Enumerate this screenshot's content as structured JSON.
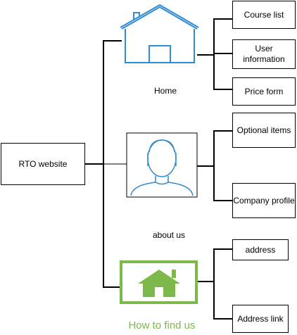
{
  "root": {
    "label": "RTO website"
  },
  "sections": [
    {
      "label": "Home",
      "icon": "house-outline-icon",
      "color": "#2f8bd3",
      "children": [
        "Course list",
        "User information",
        "Price form"
      ]
    },
    {
      "label": "about us",
      "icon": "user-profile-icon",
      "color": "#2f8bd3",
      "children": [
        "Optional items",
        "Company profile"
      ]
    },
    {
      "label": "How to find us",
      "icon": "home-location-icon",
      "color": "#7db84a",
      "children": [
        "address",
        "Address link"
      ]
    }
  ]
}
